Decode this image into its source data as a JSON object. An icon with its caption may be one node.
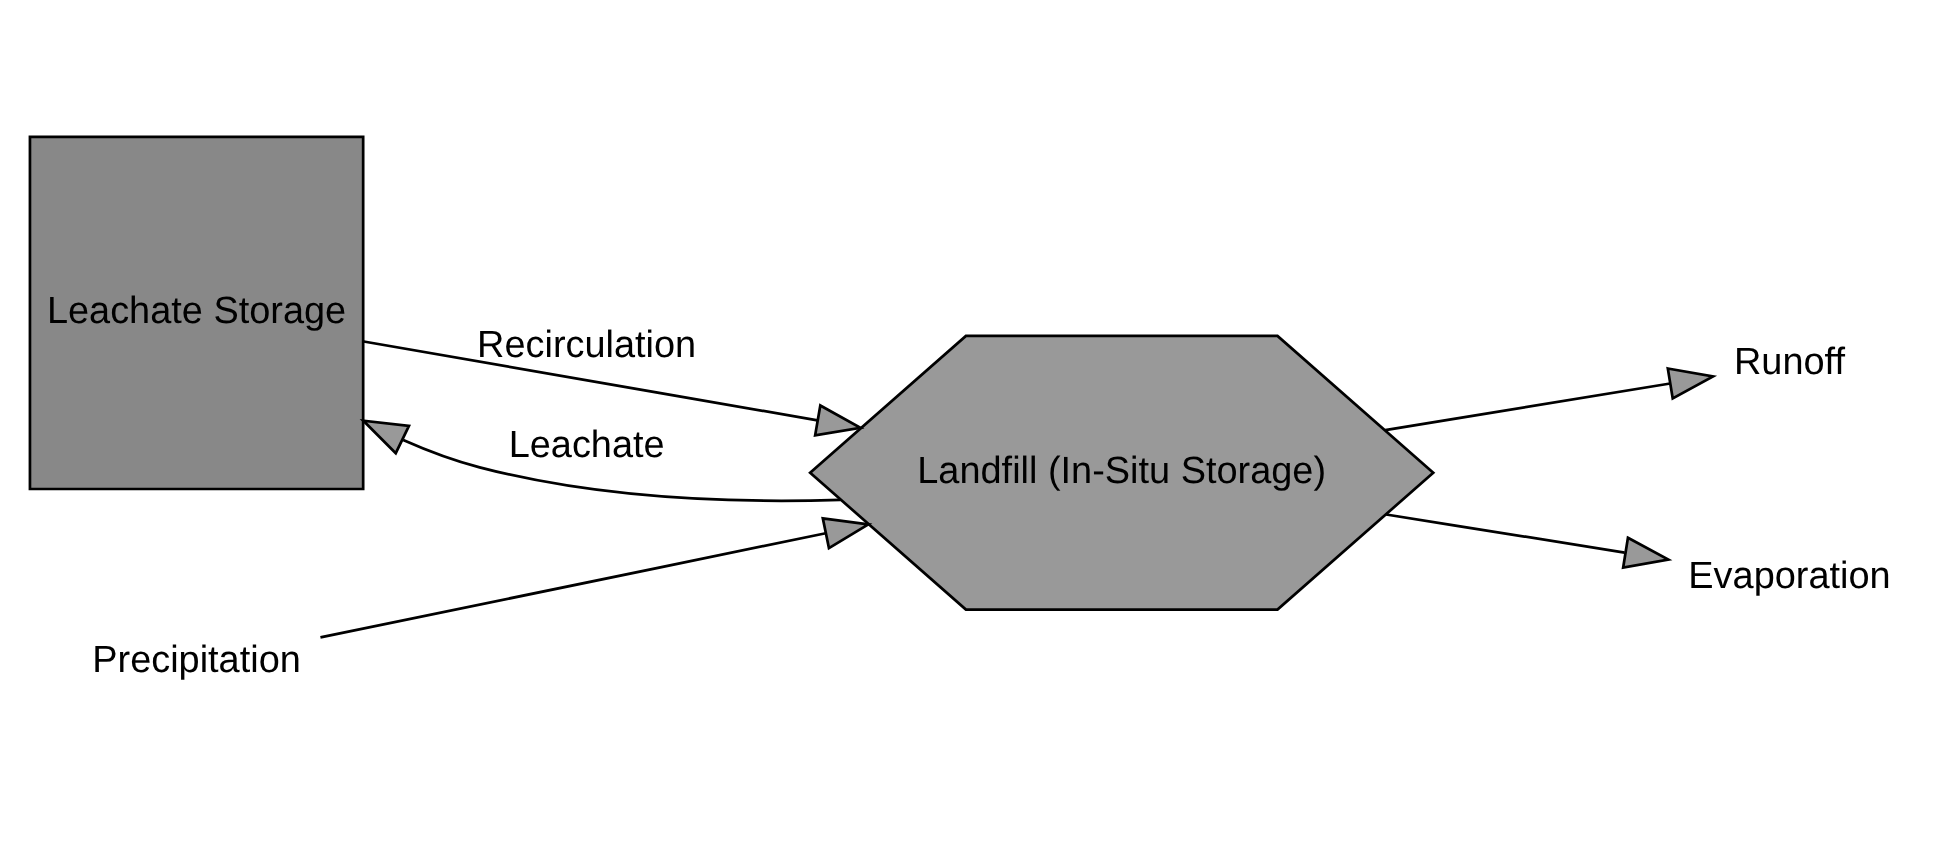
{
  "diagram": {
    "nodes": [
      {
        "text": [
          "Leachate Storage"
        ]
      },
      {
        "text": [
          "Landfill (In-Situ Storage)"
        ]
      },
      {
        "text": [
          "Runoff"
        ]
      },
      {
        "text": [
          "Precipitation"
        ]
      },
      {
        "text": [
          "Evaporation"
        ]
      }
    ],
    "edges": [
      {
        "from": 0,
        "to": 1,
        "arrow": "to",
        "label": "Recirculation"
      },
      {
        "from": 1,
        "to": 2,
        "arrow": "to"
      },
      {
        "from": 1,
        "to": 0,
        "arrow": "to",
        "label": "Leachate"
      },
      {
        "from": 3,
        "to": 1,
        "arrow": "to"
      },
      {
        "from": 1,
        "to": 4,
        "arrow": "to"
      }
    ]
  }
}
